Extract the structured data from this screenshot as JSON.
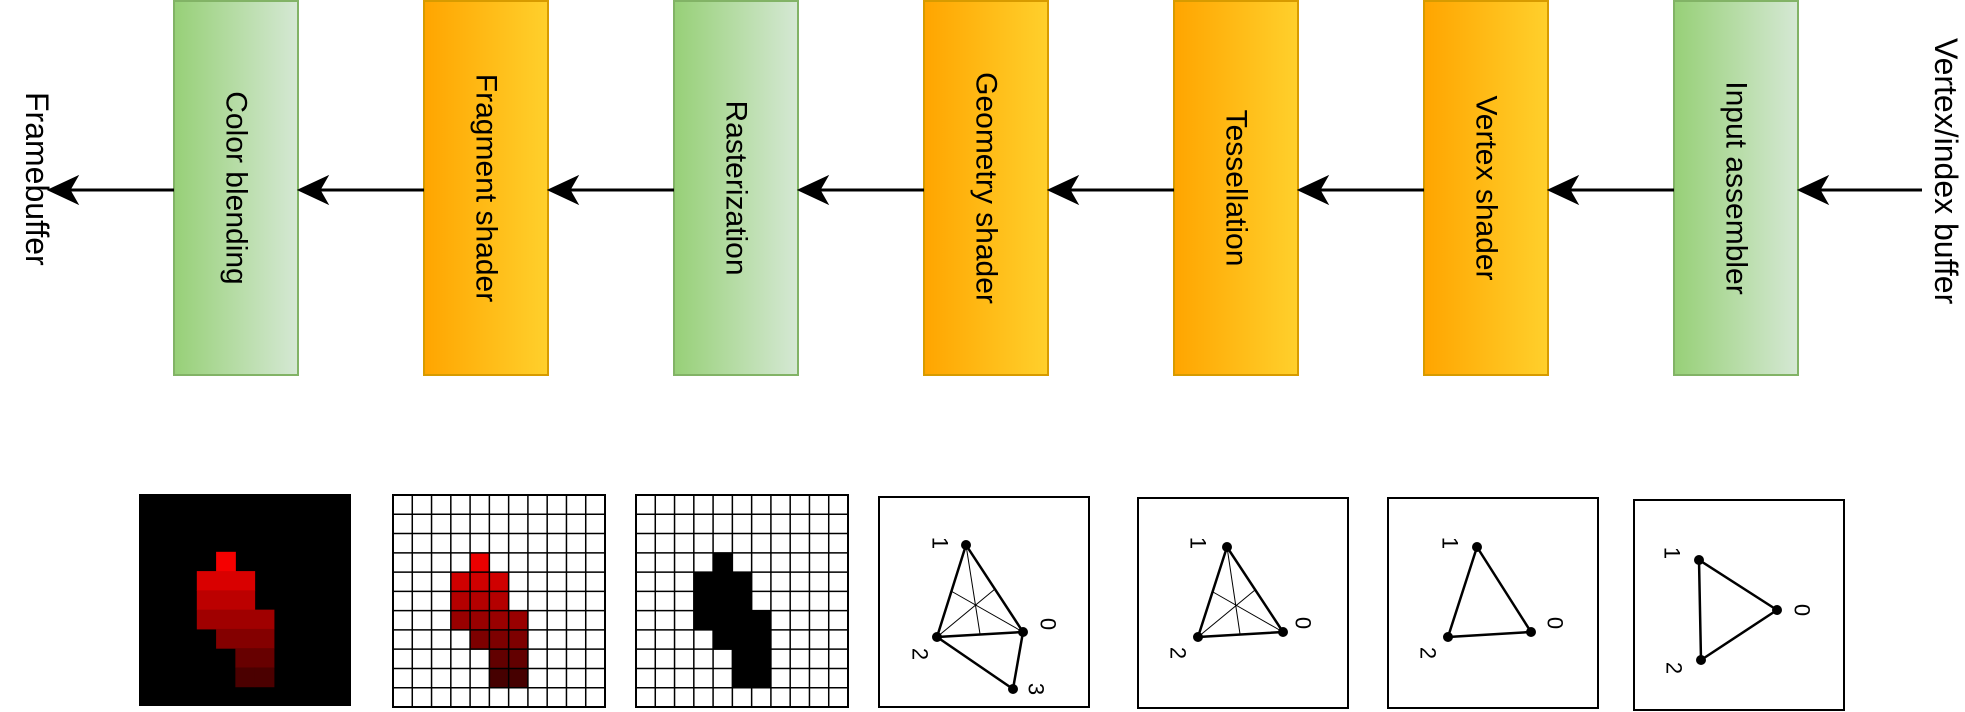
{
  "input_label": "Vertex/index buffer",
  "output_label": "Framebuffer",
  "stages": [
    {
      "label": "Input assembler",
      "kind": "fixed"
    },
    {
      "label": "Vertex shader",
      "kind": "programmable"
    },
    {
      "label": "Tessellation",
      "kind": "programmable"
    },
    {
      "label": "Geometry shader",
      "kind": "programmable"
    },
    {
      "label": "Rasterization",
      "kind": "fixed"
    },
    {
      "label": "Fragment shader",
      "kind": "programmable"
    },
    {
      "label": "Color blending",
      "kind": "fixed"
    }
  ],
  "vertex_labels": {
    "v0": "0",
    "v1": "1",
    "v2": "2",
    "v3": "3"
  },
  "colors": {
    "fixed_fill_start": "#97d077",
    "fixed_fill_end": "#d5e8d4",
    "fixed_stroke": "#82b366",
    "prog_fill_start": "#ffa500",
    "prog_fill_end": "#ffd02c",
    "prog_stroke": "#d79b00"
  }
}
